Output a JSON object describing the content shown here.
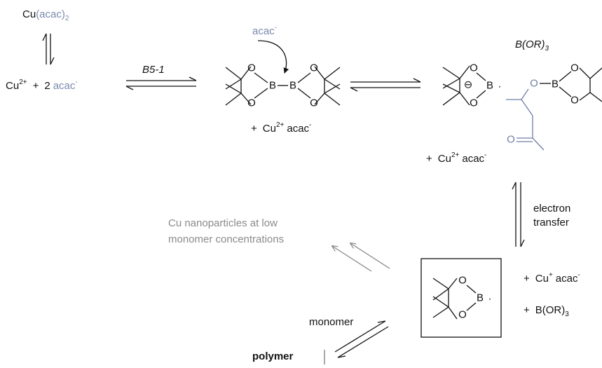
{
  "cu_acac2": {
    "prefix": "Cu",
    "ligand": "(acac)",
    "subscript": "2"
  },
  "start": {
    "cu": "Cu",
    "cu_charge": "2+",
    "plus": "+",
    "coef": "2",
    "acac": "acac",
    "acac_charge": "-"
  },
  "catalyst_label": "B5-1",
  "attacking": {
    "acac": "acac",
    "charge": "-"
  },
  "byproduct_1": {
    "plus": "+",
    "cu": "Cu",
    "cu_charge": "2+",
    "acac": "acac",
    "acac_charge": "-"
  },
  "boron_ester_label": {
    "text": "B(OR)",
    "subscript": "3"
  },
  "byproduct_2": {
    "plus": "+",
    "cu": "Cu",
    "cu_charge": "2+",
    "acac": "acac",
    "acac_charge": "-"
  },
  "electron_transfer": {
    "line1": "electron",
    "line2": "transfer"
  },
  "nanoparticles": {
    "line1": "Cu nanoparticles at low",
    "line2": "monomer concentrations"
  },
  "product_1": {
    "plus": "+",
    "cu": "Cu",
    "cu_charge": "+",
    "acac": "acac",
    "acac_charge": "-"
  },
  "product_2": {
    "plus": "+",
    "text": "B(OR)",
    "subscript": "3"
  },
  "monomer_label": "monomer",
  "polymer_label": "polymer",
  "atoms": {
    "O": "O",
    "B": "B",
    "radical": "·",
    "minus": "⊖"
  },
  "colors": {
    "acac": "#7a8aae",
    "text": "#111111",
    "grey_arrow": "#8a8a8a"
  }
}
